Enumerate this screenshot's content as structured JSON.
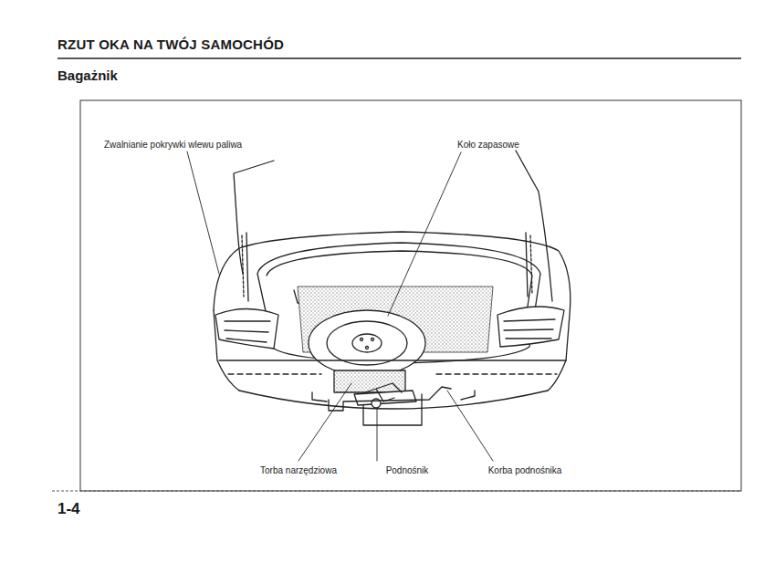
{
  "diagram": {
    "title": "RZUT OKA NA TWÓJ SAMOCHÓD",
    "labels": [
      "Bagażnik",
      "Zwalnianie pokrywki wlewu paliwa",
      "Koło zapasowe",
      "Torba narzędziowa",
      "Podnośnik",
      "Korba podnośnika",
      "1-4"
    ]
  }
}
